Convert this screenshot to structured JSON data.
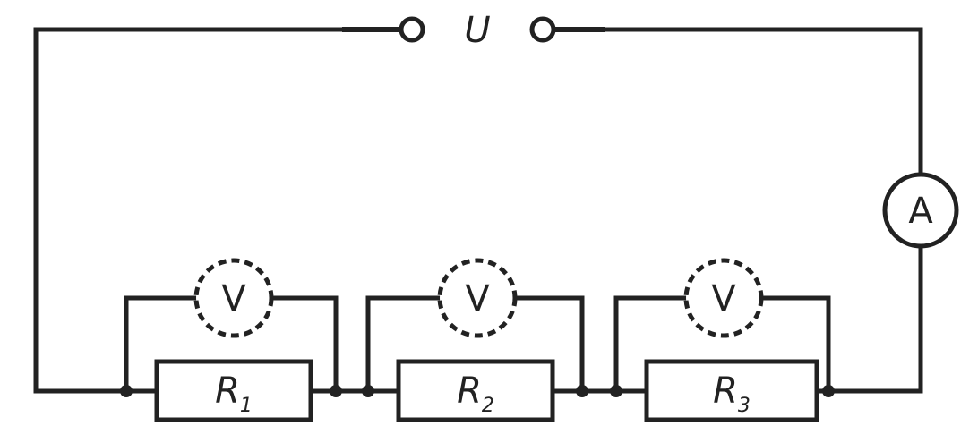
{
  "source": {
    "label": "U"
  },
  "ammeter": {
    "symbol": "A"
  },
  "voltmeters": [
    {
      "symbol": "V"
    },
    {
      "symbol": "V"
    },
    {
      "symbol": "V"
    }
  ],
  "resistors": [
    {
      "main": "R",
      "sub": "1"
    },
    {
      "main": "R",
      "sub": "2"
    },
    {
      "main": "R",
      "sub": "3"
    }
  ],
  "colors": {
    "line": "#222222",
    "background": "#ffffff"
  }
}
